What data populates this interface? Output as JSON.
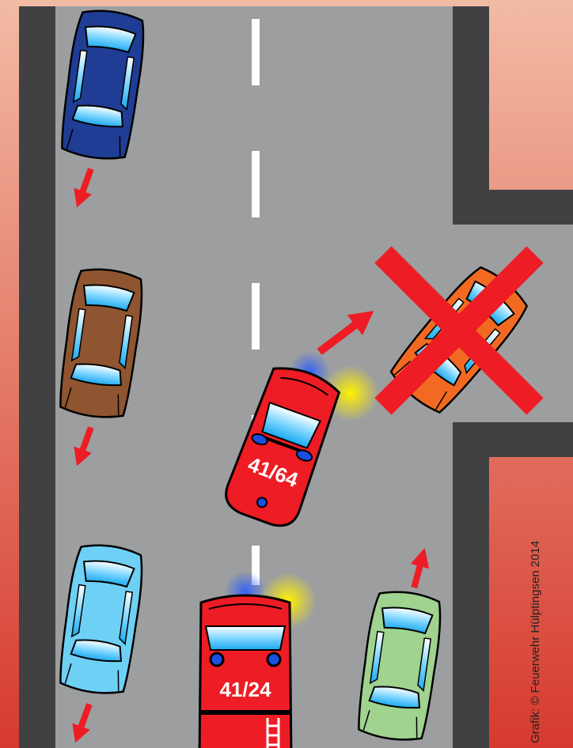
{
  "scene": {
    "credit": "Grafik: © Feuerwehr Hülptingsen 2014",
    "vehicles": [
      {
        "id": "blue-car",
        "color": "#1f3d94"
      },
      {
        "id": "brown-car",
        "color": "#8e5530"
      },
      {
        "id": "light-blue-car",
        "color": "#6fd0f5"
      },
      {
        "id": "green-car",
        "color": "#9fd38f"
      },
      {
        "id": "orange-car",
        "color": "#f26a22",
        "blocked": true
      },
      {
        "id": "fire-truck-1",
        "label": "41/64",
        "color": "#ee1c24"
      },
      {
        "id": "fire-truck-2",
        "label": "41/24",
        "color": "#ee1c24"
      }
    ]
  },
  "colors": {
    "road": "#9d9ea0",
    "sidewalk": "#414143",
    "lane_marking": "#ffffff",
    "arrow": "#ee1c24",
    "cross": "#ee1c24",
    "siren_blue": "#1a4fe0",
    "headlight_yellow": "#fff200"
  }
}
